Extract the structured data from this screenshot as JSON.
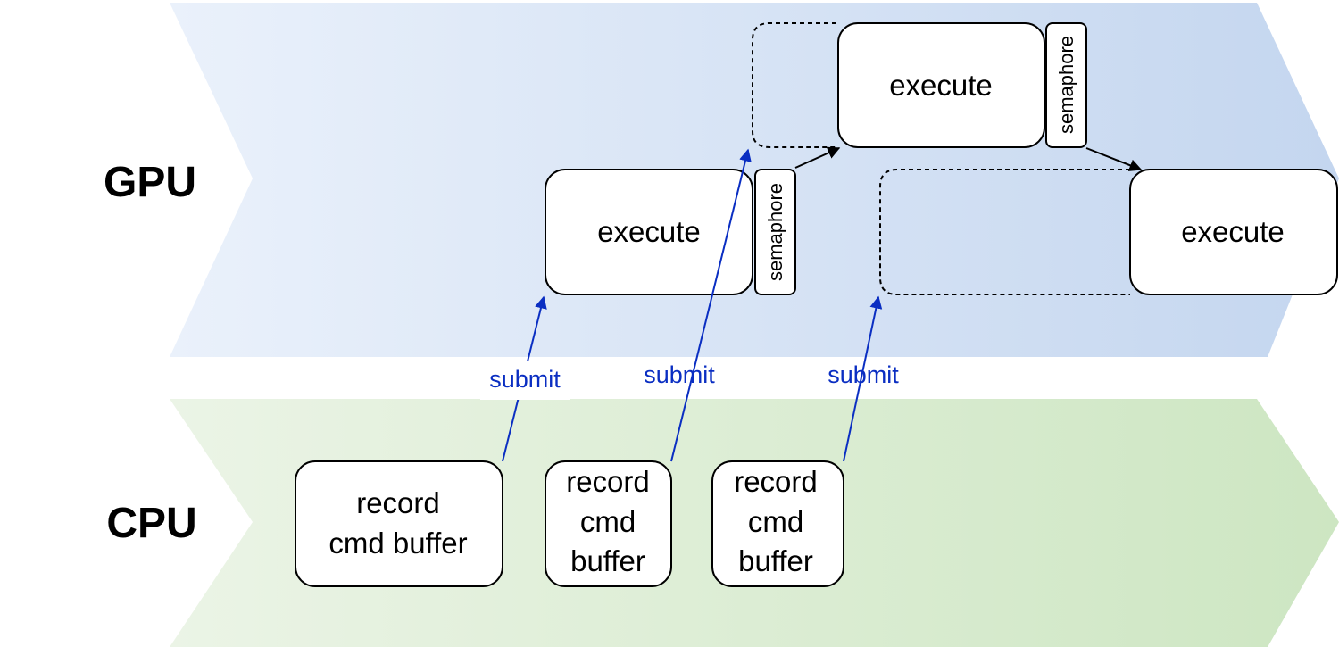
{
  "lanes": {
    "gpu_label": "GPU",
    "cpu_label": "CPU"
  },
  "execute_label": "execute",
  "semaphore_label": "semaphore",
  "submit_label": "submit",
  "record_wide": {
    "line1": "record",
    "line2": "cmd buffer"
  },
  "record_narrow": {
    "line1": "record",
    "line2": "cmd",
    "line3": "buffer"
  },
  "colors": {
    "gpu_band_left": "#eaf1fb",
    "gpu_band_right": "#c4d6ef",
    "cpu_band_left": "#ebf4e6",
    "cpu_band_right": "#cde6c2",
    "submit_blue": "#0a2ec2"
  }
}
